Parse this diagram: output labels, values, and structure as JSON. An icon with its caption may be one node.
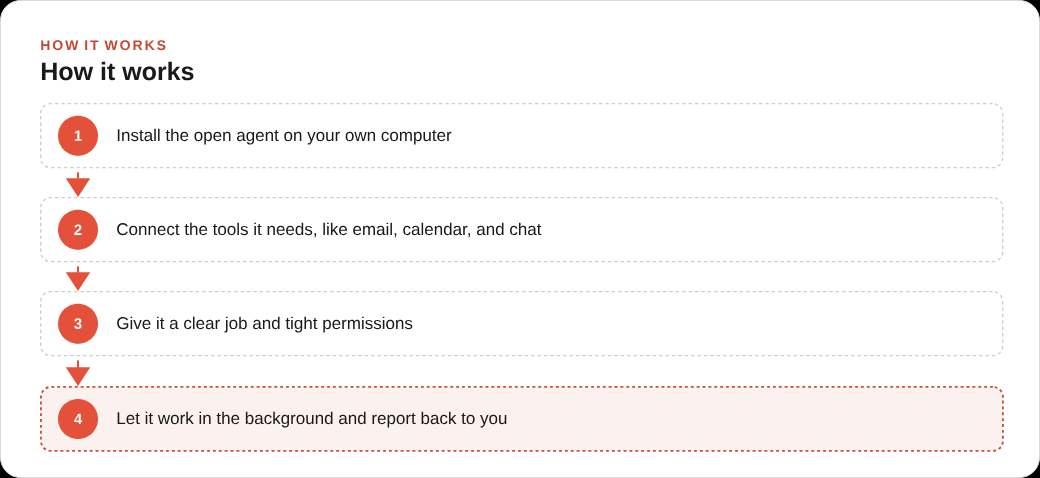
{
  "diagram": {
    "title": "How it works",
    "nodes": [
      {
        "text": [
          "Install the open agent on your own computer"
        ]
      },
      {
        "text": [
          "1"
        ],
        "in": 0
      },
      {
        "text": [
          "Connect the tools it needs, like email, calendar, and chat"
        ]
      },
      {
        "text": [
          "2"
        ],
        "in": 2
      },
      {
        "text": [
          "Give it a clear job and tight permissions"
        ]
      },
      {
        "text": [
          "3"
        ],
        "in": 4
      },
      {
        "text": [
          "Let it work in the background and report back to you"
        ]
      },
      {
        "text": [
          "4"
        ],
        "in": 6
      }
    ],
    "edges": [
      {
        "from": 0,
        "to": 2,
        "arrow": "to"
      },
      {
        "from": 2,
        "to": 4,
        "arrow": "to"
      },
      {
        "from": 4,
        "to": 6,
        "arrow": "to"
      }
    ],
    "labels": [
      "HOW IT WORKS"
    ]
  }
}
